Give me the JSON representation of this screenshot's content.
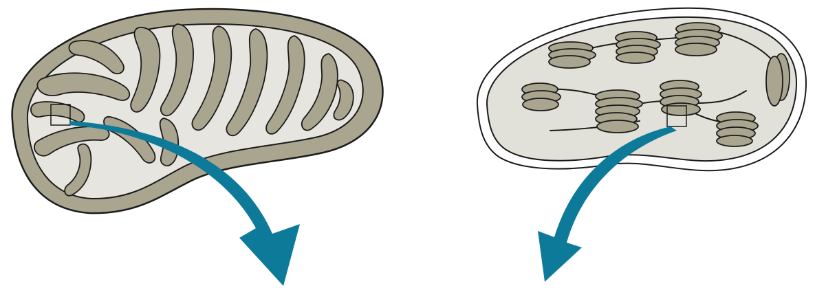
{
  "figure": {
    "left_organelle": "mitochondrion",
    "right_organelle": "chloroplast",
    "left_zoom_box": "cristae-inner-membrane-detail",
    "right_zoom_box": "thylakoid-membrane-detail"
  },
  "colors": {
    "background": "#ffffff",
    "membrane_fill": "#a9a58f",
    "matrix_fill": "#e6e5e0",
    "stroma_fill": "#e2e1d9",
    "outline": "#1a1a1a",
    "arrow": "#0e7a9a"
  },
  "icons": {
    "left_arrow": "curved-arrow-down-right-icon",
    "right_arrow": "curved-arrow-down-left-icon"
  }
}
